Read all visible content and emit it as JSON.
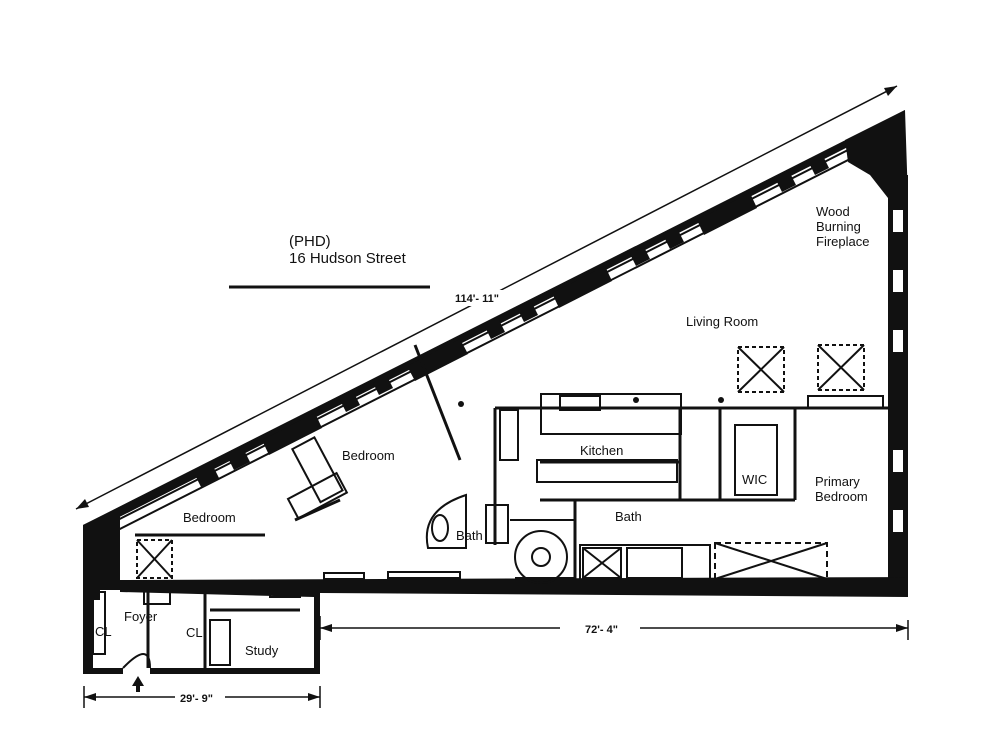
{
  "plan": {
    "title_line1": "(PHD)",
    "title_line2": "16 Hudson Street",
    "rooms": {
      "fireplace": [
        "Wood",
        "Burning",
        "Fireplace"
      ],
      "living_room": "Living Room",
      "bedroom_upper": "Bedroom",
      "bedroom_lower": "Bedroom",
      "kitchen": "Kitchen",
      "wic": "WIC",
      "primary_bedroom": [
        "Primary",
        "Bedroom"
      ],
      "bath_right": "Bath",
      "bath_left": "Bath",
      "foyer": "Foyer",
      "study": "Study",
      "closet_1": "CL",
      "closet_2": "CL"
    },
    "dimensions": {
      "diagonal": "114'- 11\"",
      "right": "72'- 4\"",
      "left": "29'- 9\""
    }
  }
}
